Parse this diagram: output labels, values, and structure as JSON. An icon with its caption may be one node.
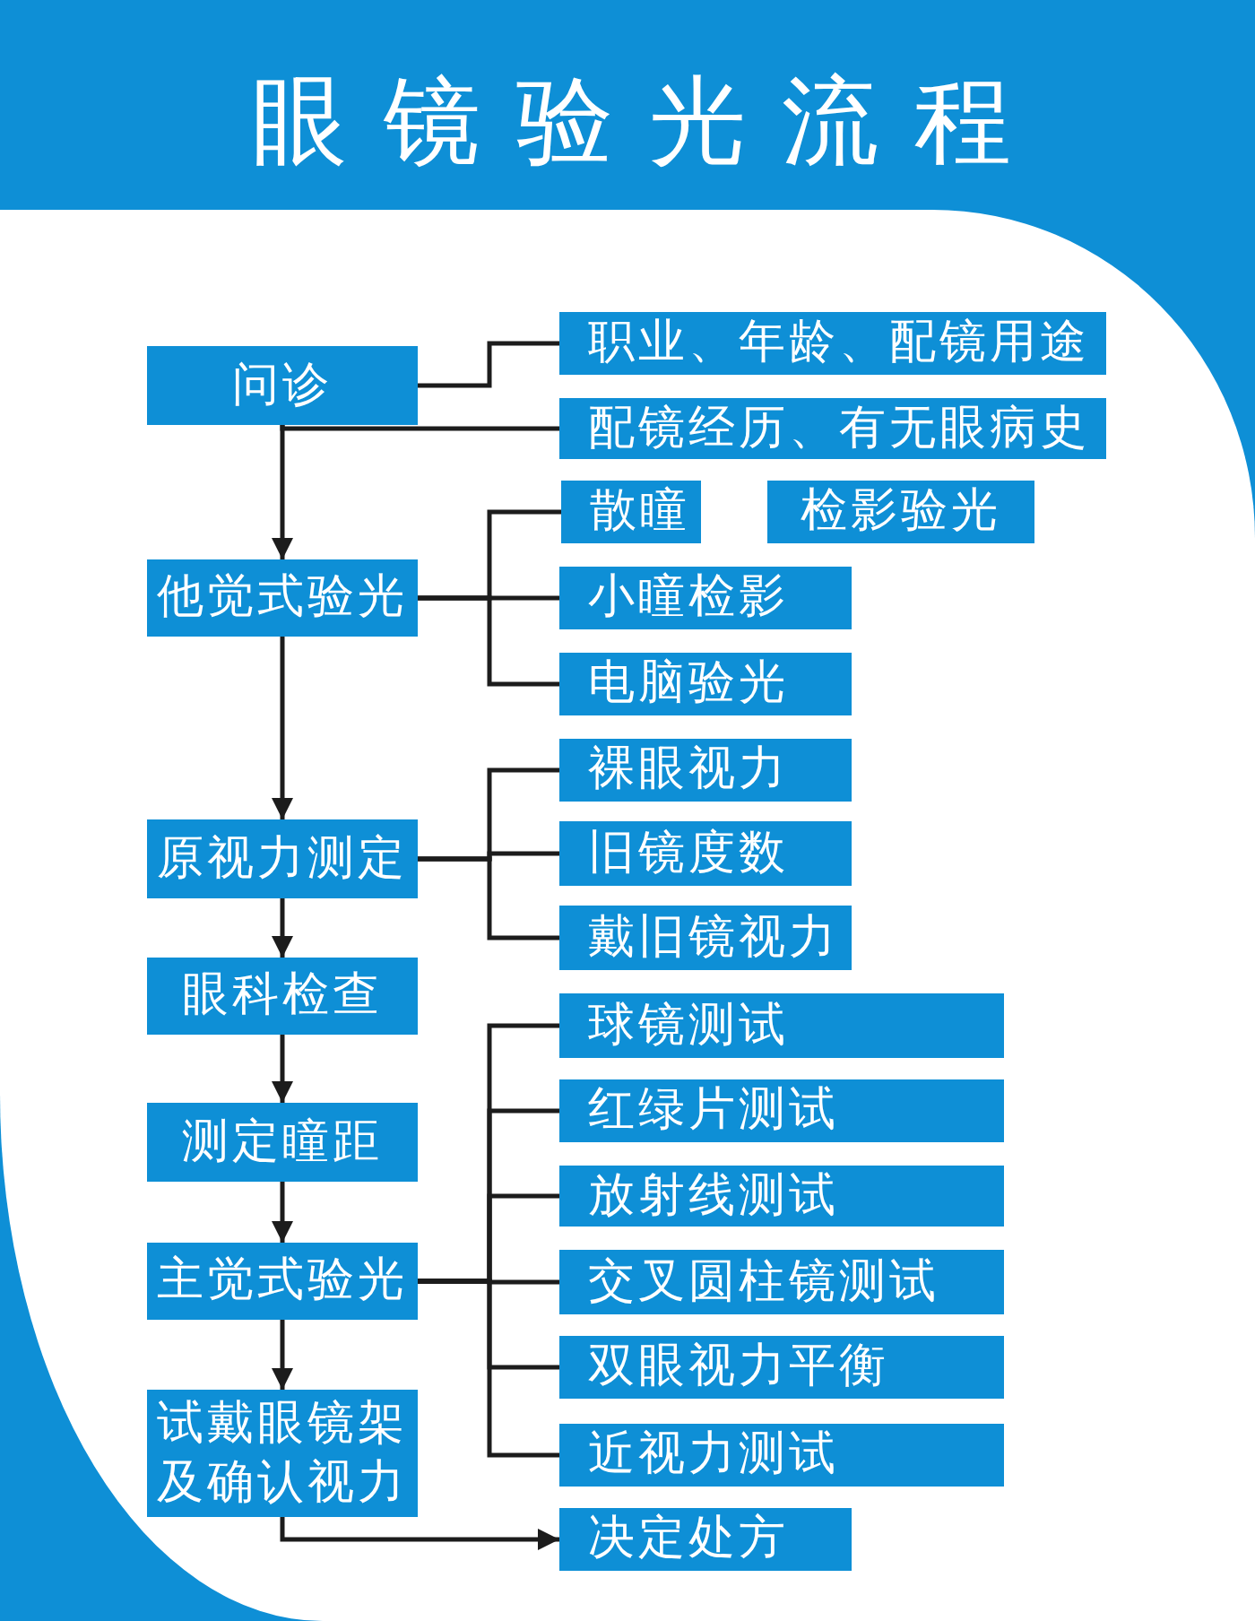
{
  "diagram": {
    "title": "眼镜验光流程",
    "nodes": [
      {
        "text": [
          "问诊"
        ]
      },
      {
        "text": [
          "职业、年龄、配镜用途"
        ]
      },
      {
        "text": [
          "配镜经历、有无眼病史"
        ]
      },
      {
        "text": [
          "他觉式验光"
        ]
      },
      {
        "text": [
          "散瞳"
        ]
      },
      {
        "text": [
          "检影验光"
        ]
      },
      {
        "text": [
          "小瞳检影"
        ]
      },
      {
        "text": [
          "电脑验光"
        ]
      },
      {
        "text": [
          "原视力测定"
        ]
      },
      {
        "text": [
          "裸眼视力"
        ]
      },
      {
        "text": [
          "旧镜度数"
        ]
      },
      {
        "text": [
          "戴旧镜视力"
        ]
      },
      {
        "text": [
          "眼科检查"
        ]
      },
      {
        "text": [
          "测定瞳距"
        ]
      },
      {
        "text": [
          "主觉式验光"
        ]
      },
      {
        "text": [
          "球镜测试"
        ]
      },
      {
        "text": [
          "红绿片测试"
        ]
      },
      {
        "text": [
          "放射线测试"
        ]
      },
      {
        "text": [
          "交叉圆柱镜测试"
        ]
      },
      {
        "text": [
          "双眼视力平衡"
        ]
      },
      {
        "text": [
          "近视力测试"
        ]
      },
      {
        "text": [
          "试戴眼镜架及确认视力"
        ]
      },
      {
        "text": [
          "决定处方"
        ]
      }
    ],
    "edges": [
      {
        "from": 0,
        "to": 1,
        "arrow": "none"
      },
      {
        "from": 0,
        "to": 2,
        "arrow": "none"
      },
      {
        "from": 0,
        "to": 3,
        "arrow": "to"
      },
      {
        "from": 3,
        "to": 4,
        "arrow": "none"
      },
      {
        "from": 3,
        "to": 6,
        "arrow": "none"
      },
      {
        "from": 3,
        "to": 7,
        "arrow": "none"
      },
      {
        "from": 3,
        "to": 8,
        "arrow": "to"
      },
      {
        "from": 8,
        "to": 9,
        "arrow": "none"
      },
      {
        "from": 8,
        "to": 10,
        "arrow": "none"
      },
      {
        "from": 8,
        "to": 11,
        "arrow": "none"
      },
      {
        "from": 8,
        "to": 12,
        "arrow": "to"
      },
      {
        "from": 12,
        "to": 13,
        "arrow": "to"
      },
      {
        "from": 13,
        "to": 14,
        "arrow": "to"
      },
      {
        "from": 14,
        "to": 15,
        "arrow": "none"
      },
      {
        "from": 14,
        "to": 16,
        "arrow": "none"
      },
      {
        "from": 14,
        "to": 17,
        "arrow": "none"
      },
      {
        "from": 14,
        "to": 18,
        "arrow": "none"
      },
      {
        "from": 14,
        "to": 19,
        "arrow": "none"
      },
      {
        "from": 14,
        "to": 20,
        "arrow": "none"
      },
      {
        "from": 14,
        "to": 21,
        "arrow": "to"
      },
      {
        "from": 21,
        "to": 22,
        "arrow": "to"
      }
    ]
  }
}
